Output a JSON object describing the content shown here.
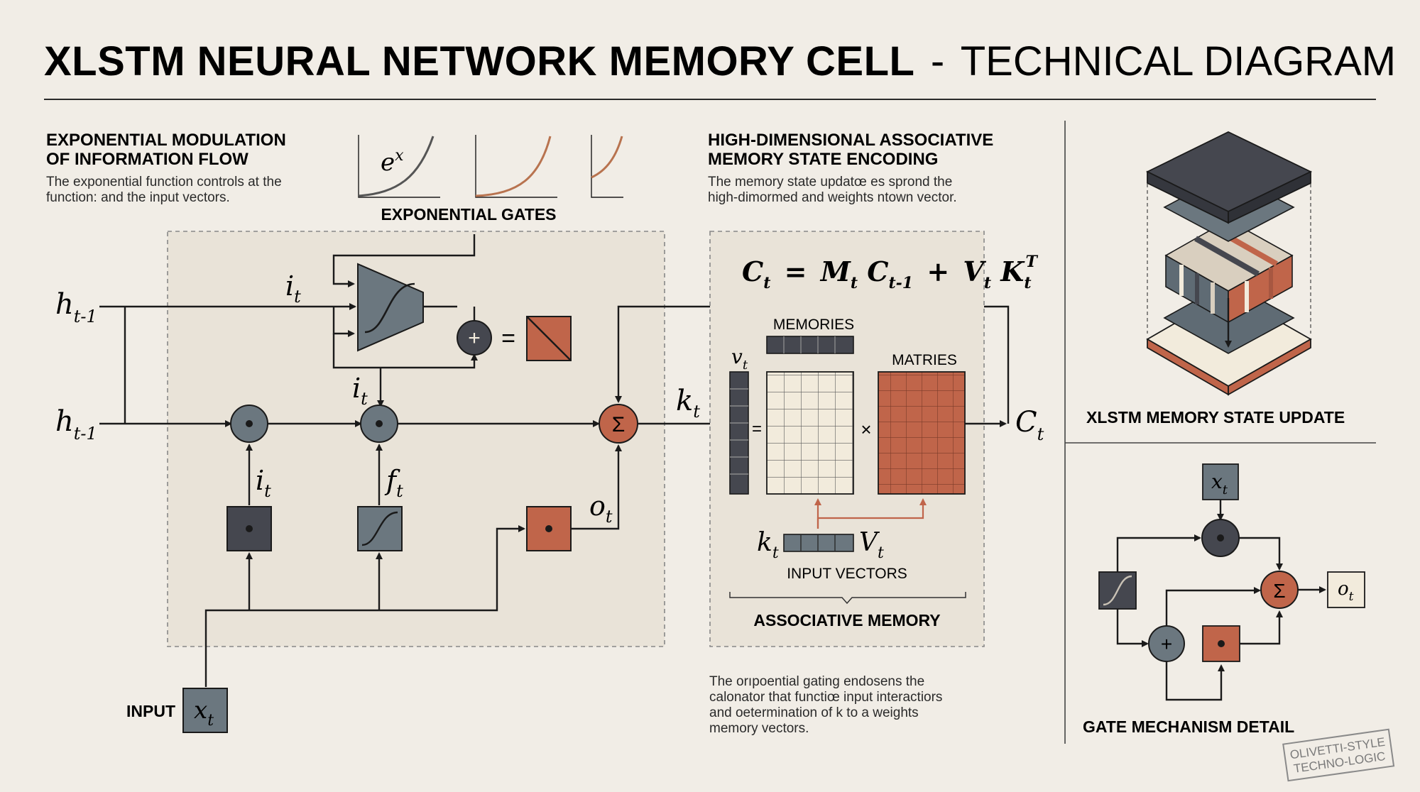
{
  "title": {
    "bold": "XLSTM NEURAL NETWORK MEMORY CELL",
    "separator": "-",
    "light": "TECHNICAL DIAGRAM"
  },
  "left_section": {
    "heading_line1": "EXPONENTIAL MODULATION",
    "heading_line2": "OF INFORMATION FLOW",
    "body_line1": "The exponential function controls at the",
    "body_line2": "function: and the input vectors.",
    "graph_label": "e",
    "graph_label_sup": "x",
    "gates_label": "EXPONENTIAL GATES"
  },
  "cell_labels": {
    "h_prev": "h",
    "h_prev_sub": "t-1",
    "i": "i",
    "t": "t",
    "f": "f",
    "o": "o",
    "k": "k",
    "c": "C",
    "x": "x",
    "equals": "=",
    "plus": "+",
    "dot": "•",
    "sigma": "Σ",
    "input_label": "INPUT"
  },
  "associative": {
    "heading_line1": "HIGH-DIMENSIONAL ASSOCIATIVE",
    "heading_line2": "MEMORY STATE ENCODING",
    "body_line1": "The memory state updatœ es sprond the",
    "body_line2": "high-dimormed and weights ntown vector.",
    "formula": {
      "C": "C",
      "C_sub": "t",
      "eq": "=",
      "M": "M",
      "M_sub": "t",
      "C2": "C",
      "C2_sub": "t-1",
      "plus": "+",
      "V": "V",
      "V_sub": "t",
      "K": "K",
      "K_sub": "t",
      "K_sup": "T"
    },
    "memories_label": "MEMORIES",
    "matries_label": "MATRIES",
    "v_label": "v",
    "v_sub": "t",
    "eq_sign": "=",
    "times_sign": "×",
    "k_label": "k",
    "k_sub": "t",
    "V_label": "V",
    "V_sub": "t",
    "input_vectors_label": "INPUT VECTORS",
    "footer": "ASSOCIATIVE MEMORY"
  },
  "bottom_note": {
    "line1": "The orıpoential gating endosens the",
    "line2": "calonator that functiœ input interactiors",
    "line3": "and oetermination of k to a weights",
    "line4": "memory vectors."
  },
  "memory_state_update": {
    "label": "XLSTM MEMORY STATE UPDATE"
  },
  "gate_mechanism": {
    "label": "GATE MECHANISM DETAIL",
    "x": "x",
    "x_sub": "t",
    "o": "o",
    "o_sub": "t",
    "plus": "+",
    "sigma": "Σ",
    "dot": "•"
  },
  "stamp": {
    "line1": "OLIVETTI-STYLE",
    "line2": "TECHNO-LOGIC"
  },
  "colors": {
    "background": "#f1ede6",
    "panel": "#e9e3d8",
    "slate": "#5f6b74",
    "dark": "#45474f",
    "rust": "#c0654a",
    "cream": "#f2ebdc"
  }
}
